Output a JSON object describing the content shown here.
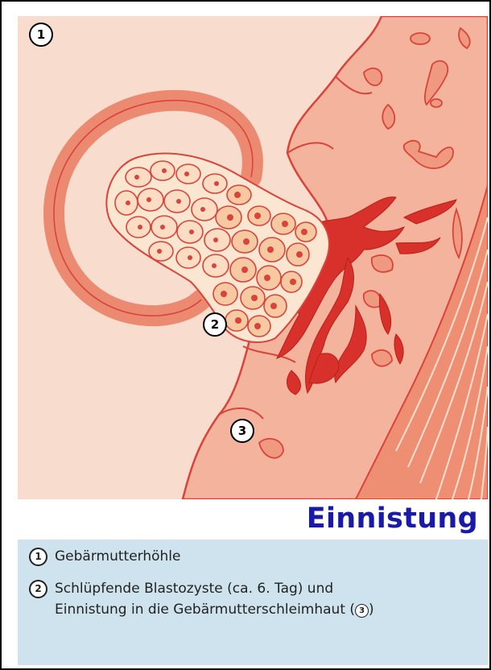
{
  "title": "Einnistung",
  "markers": {
    "m1": "1",
    "m2": "2",
    "m3": "3"
  },
  "legend": {
    "item1": {
      "num": "1",
      "text": "Gebärmutterhöhle"
    },
    "item2": {
      "num": "2",
      "line1": "Schlüpfende Blastozyste (ca. 6. Tag) und",
      "line2_prefix": "Einnistung in die Gebärmutterschleimhaut (",
      "ref": "3",
      "line2_suffix": ")"
    }
  },
  "colors": {
    "cavity": "#f8dccd",
    "endometrium": "#f3b39c",
    "outline": "#d9443a",
    "blood": "#d8302a",
    "zona": "#eb8a70",
    "cell_fill": "#fbd9b8",
    "nucleus": "#d9443a",
    "title": "#1a1aa8",
    "legend_bg": "#cfe3ee"
  }
}
